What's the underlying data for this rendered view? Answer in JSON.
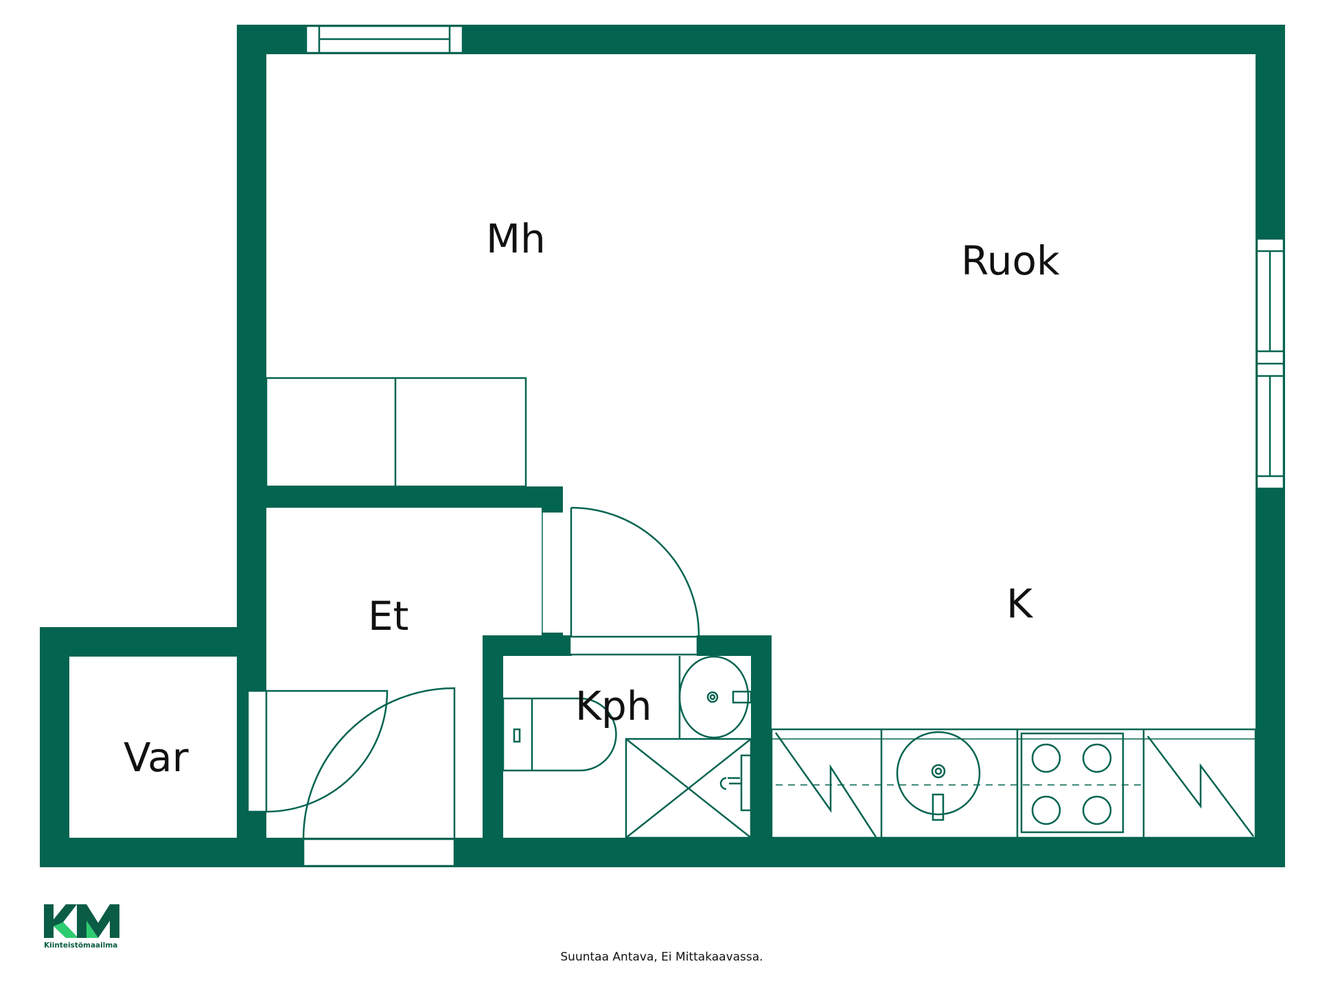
{
  "colors": {
    "wall": "#036450",
    "line": "#036450",
    "background": "#ffffff",
    "logo_dark": "#0b5c45",
    "logo_light": "#2ecc71"
  },
  "rooms": {
    "mh": "Mh",
    "ruok": "Ruok",
    "k": "K",
    "et": "Et",
    "kph": "Kph",
    "var": "Var"
  },
  "footer": {
    "note": "Suuntaa Antava, Ei Mittakaavassa."
  },
  "logo": {
    "mark": "KM",
    "subtitle": "Kiinteistömaailma",
    "icon": "km-logo-icon"
  }
}
